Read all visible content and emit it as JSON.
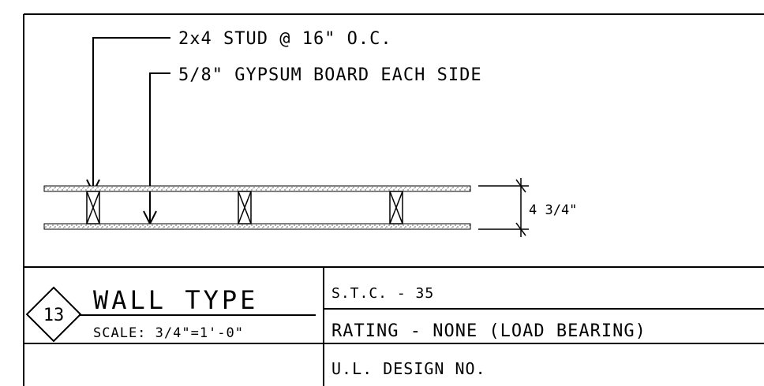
{
  "detail": {
    "callouts": {
      "stud": "2x4 STUD @ 16\" O.C.",
      "gypsum": "5/8\" GYPSUM BOARD EACH SIDE"
    },
    "dimension": "4 3/4\""
  },
  "title_block": {
    "number": "13",
    "title": "WALL TYPE",
    "scale": "SCALE: 3/4\"=1'-0\"",
    "stc": "S.T.C. - 35",
    "rating": "RATING - NONE (LOAD BEARING)",
    "ul_design": "U.L. DESIGN NO."
  }
}
